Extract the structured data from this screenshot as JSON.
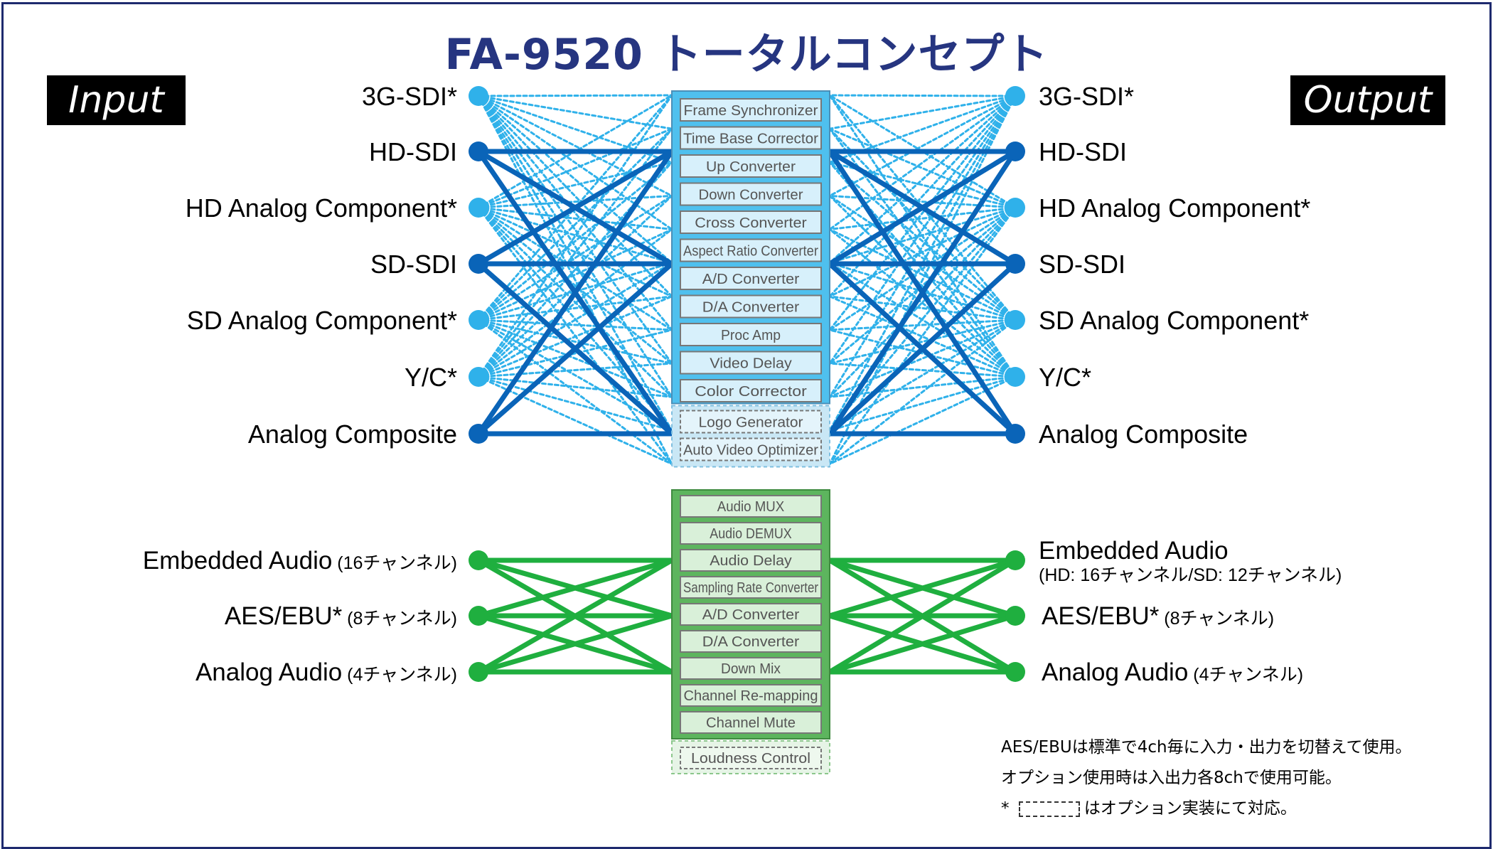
{
  "title": "FA-9520 トータルコンセプト",
  "input_label": "Input",
  "output_label": "Output",
  "colors": {
    "frame": "#1e2a6e",
    "title": "#263580",
    "video_solid": "#0a64b8",
    "video_option": "#2fb1ea",
    "video_box_fill": "#4fc0ee",
    "video_block_fill": "#d7f0fb",
    "audio": "#1faf3f",
    "audio_box_fill": "#5db55e",
    "audio_block_fill": "#d9f0d9"
  },
  "video_inputs": [
    {
      "label": "3G-SDI*",
      "option": true
    },
    {
      "label": "HD-SDI",
      "option": false
    },
    {
      "label": "HD Analog Component*",
      "option": true
    },
    {
      "label": "SD-SDI",
      "option": false
    },
    {
      "label": "SD Analog Component*",
      "option": true
    },
    {
      "label": "Y/C*",
      "option": true
    },
    {
      "label": "Analog Composite",
      "option": false
    }
  ],
  "video_outputs": [
    {
      "label": "3G-SDI*",
      "option": true
    },
    {
      "label": "HD-SDI",
      "option": false
    },
    {
      "label": "HD Analog Component*",
      "option": true
    },
    {
      "label": "SD-SDI",
      "option": false
    },
    {
      "label": "SD Analog Component*",
      "option": true
    },
    {
      "label": "Y/C*",
      "option": true
    },
    {
      "label": "Analog Composite",
      "option": false
    }
  ],
  "video_blocks": [
    {
      "label": "Frame Synchronizer",
      "option": false
    },
    {
      "label": "Time Base Corrector",
      "option": false
    },
    {
      "label": "Up Converter",
      "option": false
    },
    {
      "label": "Down Converter",
      "option": false
    },
    {
      "label": "Cross Converter",
      "option": false
    },
    {
      "label": "Aspect Ratio Converter",
      "option": false
    },
    {
      "label": "A/D Converter",
      "option": false
    },
    {
      "label": "D/A Converter",
      "option": false
    },
    {
      "label": "Proc Amp",
      "option": false
    },
    {
      "label": "Video Delay",
      "option": false
    },
    {
      "label": "Color Corrector",
      "option": false
    },
    {
      "label": "Logo Generator",
      "option": true
    },
    {
      "label": "Auto Video Optimizer",
      "option": true
    }
  ],
  "audio_inputs": [
    {
      "label": "Embedded Audio",
      "sub": "(16チャンネル)"
    },
    {
      "label": "AES/EBU*",
      "sub": "(8チャンネル)"
    },
    {
      "label": "Analog Audio",
      "sub": "(4チャンネル)"
    }
  ],
  "audio_outputs": [
    {
      "label": "Embedded Audio",
      "sub": "(HD: 16チャンネル/SD: 12チャンネル)"
    },
    {
      "label": "AES/EBU*",
      "sub": "(8チャンネル)"
    },
    {
      "label": "Analog Audio",
      "sub": "(4チャンネル)"
    }
  ],
  "audio_blocks": [
    {
      "label": "Audio MUX",
      "option": false
    },
    {
      "label": "Audio DEMUX",
      "option": false
    },
    {
      "label": "Audio Delay",
      "option": false
    },
    {
      "label": "Sampling Rate Converter",
      "option": false
    },
    {
      "label": "A/D Converter",
      "option": false
    },
    {
      "label": "D/A Converter",
      "option": false
    },
    {
      "label": "Down Mix",
      "option": false
    },
    {
      "label": "Channel Re-mapping",
      "option": false
    },
    {
      "label": "Channel Mute",
      "option": false
    },
    {
      "label": "Loudness Control",
      "option": true
    }
  ],
  "notes": {
    "line1": "AES/EBUは標準で4ch毎に入力・出力を切替えて使用。",
    "line2": "オプション使用時は入出力各8chで使用可能。",
    "line3_prefix": "* ",
    "line3_suffix": "はオプション実装にて対応。"
  }
}
